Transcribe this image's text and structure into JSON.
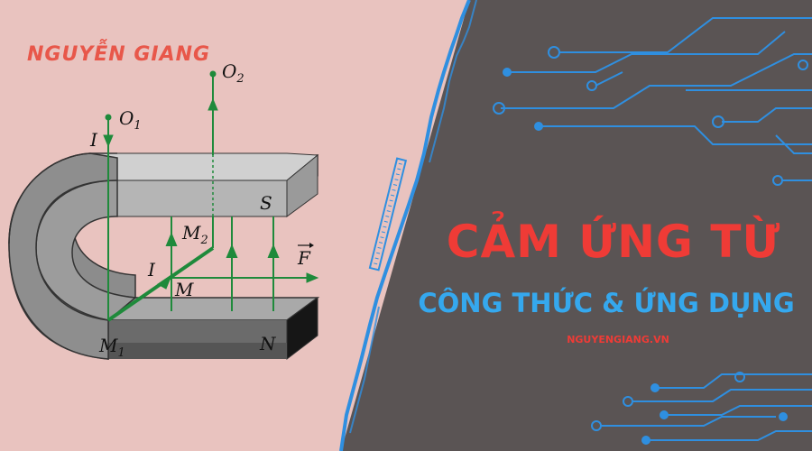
{
  "brand": "NGUYỄN GIANG",
  "title": "CẢM ỨNG TỪ",
  "subtitle": "CÔNG THỨC & ỨNG DỤNG",
  "website": "NGUYENGIANG.VN",
  "diagram": {
    "labels": {
      "o1": "O",
      "o1_sub": "1",
      "o2": "O",
      "o2_sub": "2",
      "current_top": "I",
      "current_mid": "I",
      "m": "M",
      "m1": "M",
      "m1_sub": "1",
      "m2": "M",
      "m2_sub": "2",
      "s_pole": "S",
      "n_pole": "N",
      "force": "F"
    }
  },
  "colors": {
    "left_bg": "#e9c3bf",
    "right_bg": "#5a5454",
    "title_red": "#ef3b36",
    "subtitle_blue": "#35a8ee",
    "circuit_blue": "#2f8fe0",
    "wire_green": "#1f8a3b"
  },
  "icons": [
    "horseshoe-magnet-diagram",
    "circuit-lines-decoration"
  ]
}
